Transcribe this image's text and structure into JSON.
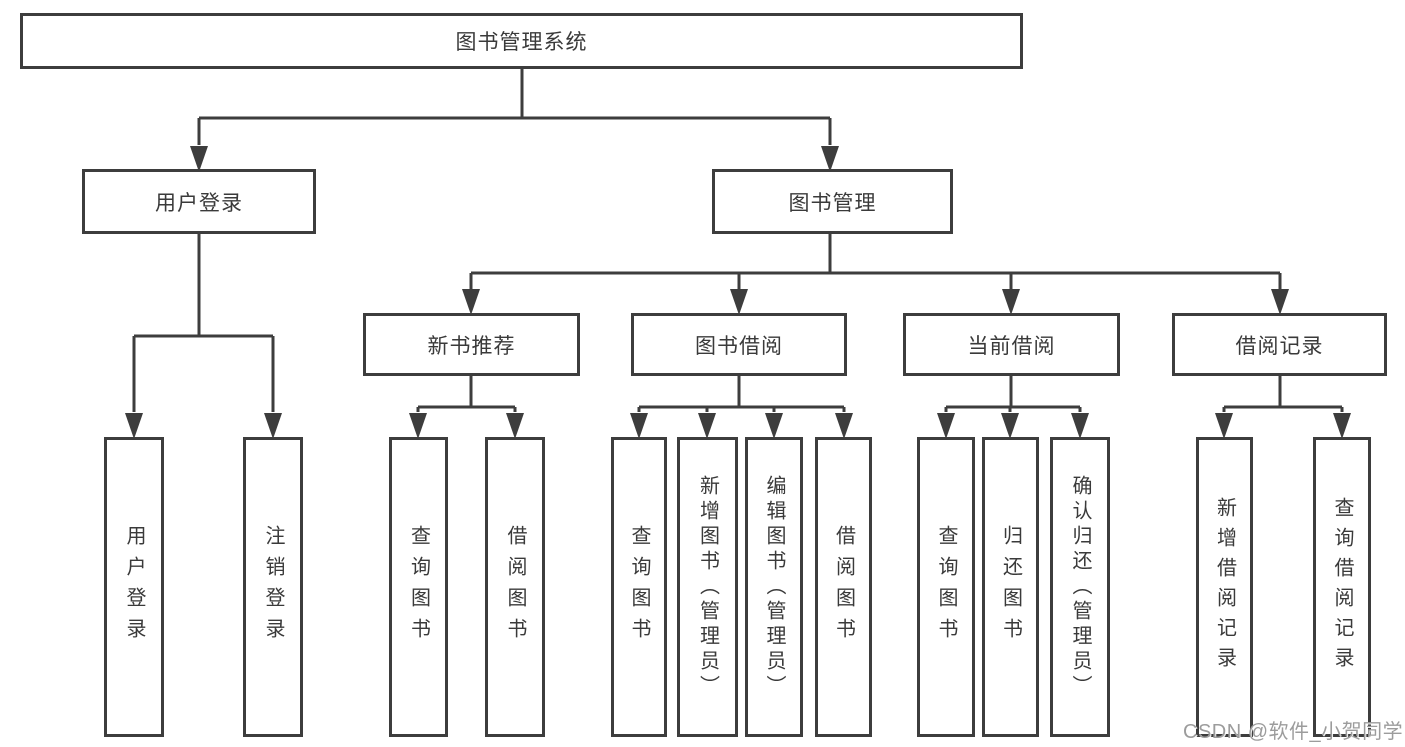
{
  "nodes": {
    "root": "图书管理系统",
    "user_login": "用户登录",
    "book_mgmt": "图书管理",
    "new_book_rec": "新书推荐",
    "book_borrow": "图书借阅",
    "current_borrow": "当前借阅",
    "borrow_records": "借阅记录",
    "ul_login": "用户登录",
    "ul_logout": "注销登录",
    "nb_query_book": "查询图书",
    "nb_borrow_book": "借阅图书",
    "bb_query_book": "查询图书",
    "bb_add_book": "新增图书（管理员）",
    "bb_edit_book": "编辑图书（管理员）",
    "bb_borrow_book": "借阅图书",
    "cb_query_book": "查询图书",
    "cb_return_book": "归还图书",
    "cb_confirm_return": "确认归还（管理员）",
    "br_add_record": "新增借阅记录",
    "br_query_record": "查询借阅记录"
  },
  "hierarchy": {
    "图书管理系统": {
      "用户登录": [
        "用户登录",
        "注销登录"
      ],
      "图书管理": {
        "新书推荐": [
          "查询图书",
          "借阅图书"
        ],
        "图书借阅": [
          "查询图书",
          "新增图书（管理员）",
          "编辑图书（管理员）",
          "借阅图书"
        ],
        "当前借阅": [
          "查询图书",
          "归还图书",
          "确认归还（管理员）"
        ],
        "借阅记录": [
          "新增借阅记录",
          "查询借阅记录"
        ]
      }
    }
  },
  "watermark": "CSDN @软件_小贺同学",
  "colors": {
    "line": "#3d3d3d",
    "text": "#3a3a3a",
    "watermark": "#9c9c9c",
    "background": "#ffffff"
  }
}
